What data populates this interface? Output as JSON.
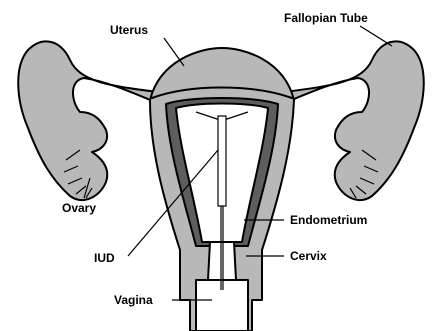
{
  "labels": {
    "uterus": "Uterus",
    "fallopian_tube": "Fallopian Tube",
    "ovary": "Ovary",
    "iud": "IUD",
    "vagina": "Vagina",
    "endometrium": "Endometrium",
    "cervix": "Cervix"
  },
  "colors": {
    "tissue": "#b8b8b8",
    "endometrium": "#5e5e5e",
    "cavity": "#ffffff",
    "outline": "#000000"
  }
}
